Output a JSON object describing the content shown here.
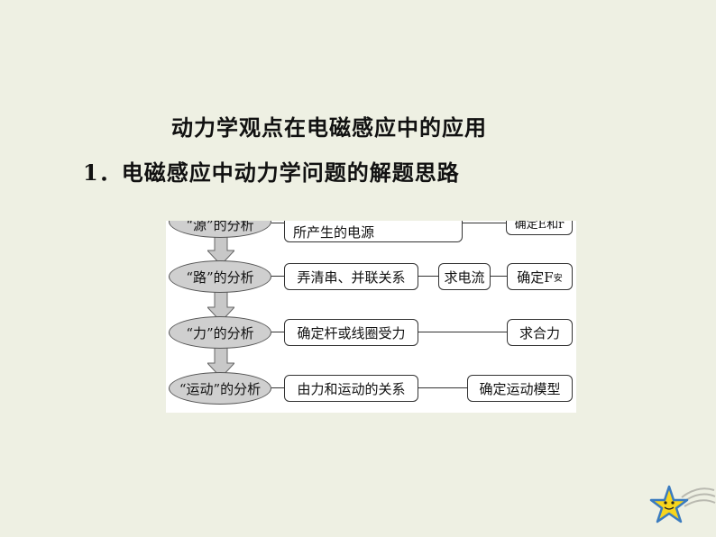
{
  "title": "动力学观点在电磁感应中的应用",
  "subtitle": "1．电磁感应中动力学问题的解题思路",
  "flow": {
    "row1": {
      "oval": "“源”的分析",
      "box1": "所产生的电源",
      "box_end": "确定E和r"
    },
    "row2": {
      "oval": "“路”的分析",
      "box1": "弄清串、并联关系",
      "box2": "求电流",
      "box_end_main": "确定F",
      "box_end_sub": "安"
    },
    "row3": {
      "oval": "“力”的分析",
      "box1": "确定杆或线圈受力",
      "box_end": "求合力"
    },
    "row4": {
      "oval": "“运动”的分析",
      "box1": "由力和运动的关系",
      "box_end": "确定运动模型"
    }
  },
  "decoration": {
    "star_color": "#f7d51d"
  }
}
